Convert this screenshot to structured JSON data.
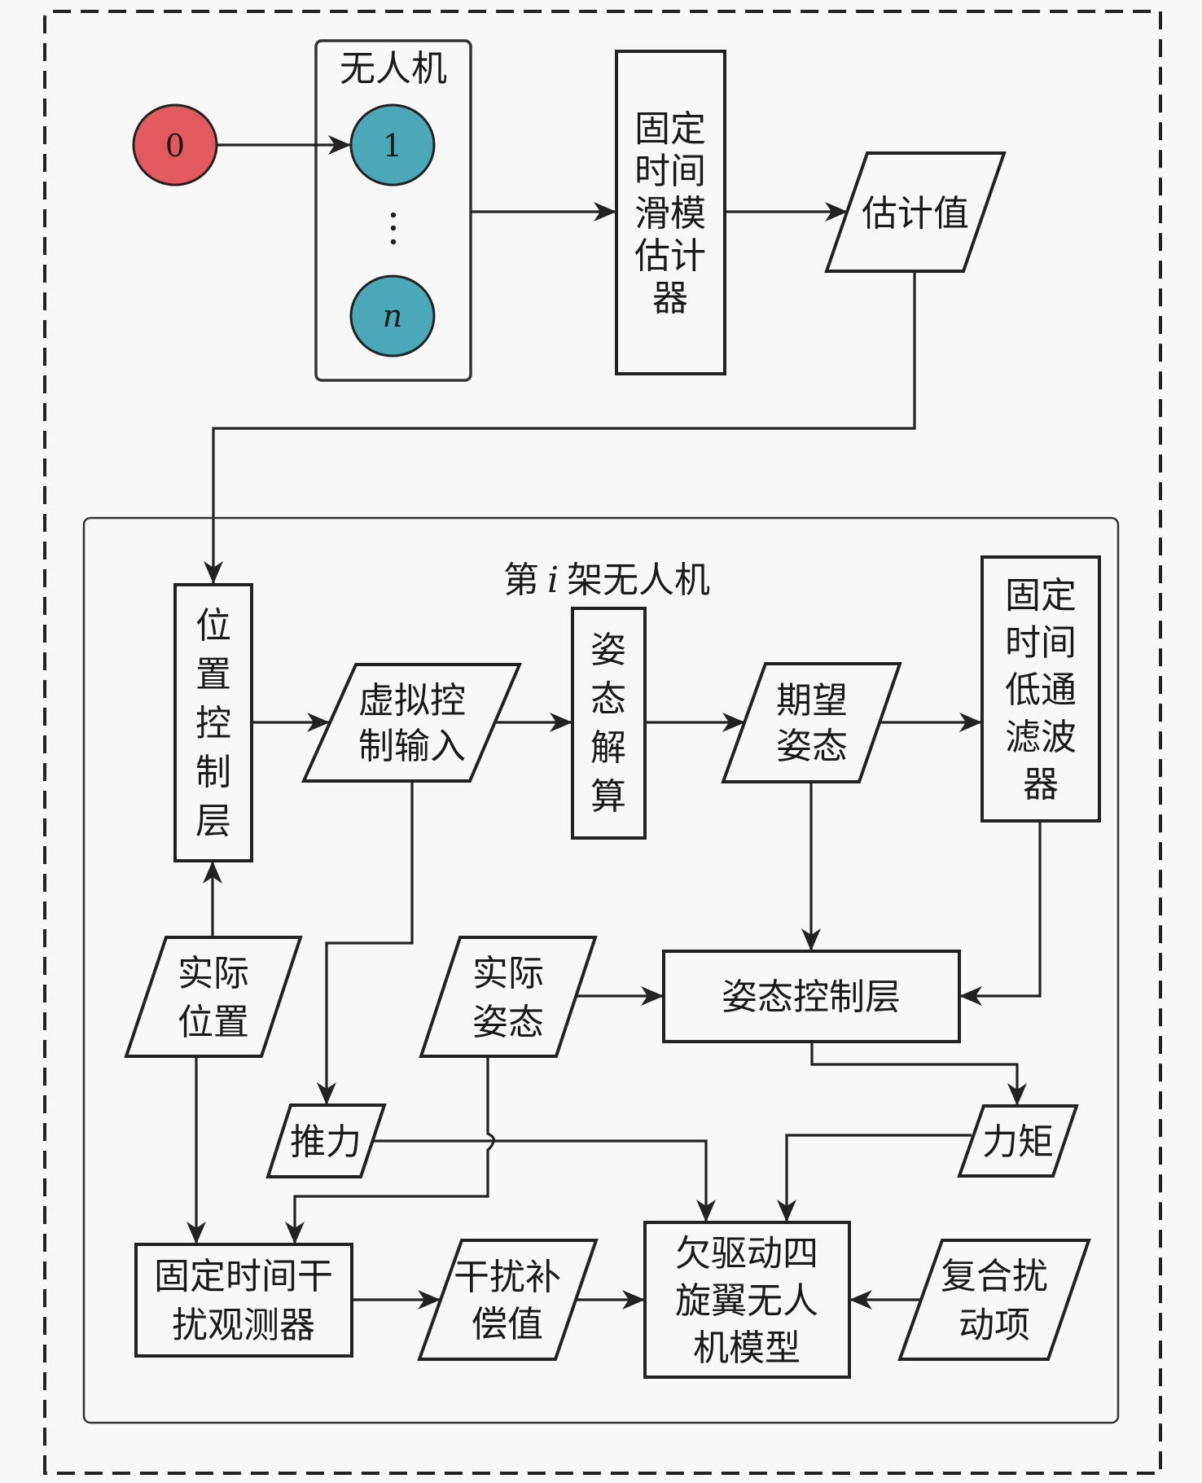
{
  "diagram": {
    "title_outer_group": "",
    "swarm_group": {
      "label": "无人机",
      "leader": "0",
      "followers": [
        "1",
        "n"
      ],
      "ellipsis": "⋮"
    },
    "estimator": {
      "lines": [
        "固定",
        "时间",
        "滑模",
        "估计",
        "器"
      ]
    },
    "estimate_value": {
      "lines": [
        "估计值"
      ]
    },
    "uav_i_group": {
      "label_prefix": "第",
      "label_var": "i",
      "label_suffix": "架无人机"
    },
    "position_control": {
      "lines": [
        "位",
        "置",
        "控",
        "制",
        "层"
      ]
    },
    "virtual_input": {
      "lines": [
        "虚拟控",
        "制输入"
      ]
    },
    "attitude_solve": {
      "lines": [
        "姿",
        "态",
        "解",
        "算"
      ]
    },
    "desired_attitude": {
      "lines": [
        "期望",
        "姿态"
      ]
    },
    "lowpass_filter": {
      "lines": [
        "固定",
        "时间",
        "低通",
        "滤波",
        "器"
      ]
    },
    "actual_position": {
      "lines": [
        "实际",
        "位置"
      ]
    },
    "actual_attitude": {
      "lines": [
        "实际",
        "姿态"
      ]
    },
    "attitude_control": {
      "lines": [
        "姿态控制层"
      ]
    },
    "thrust": {
      "lines": [
        "推力"
      ]
    },
    "torque": {
      "lines": [
        "力矩"
      ]
    },
    "disturbance_observer": {
      "lines": [
        "固定时间干",
        "扰观测器"
      ]
    },
    "compensation": {
      "lines": [
        "干扰补",
        "偿值"
      ]
    },
    "quadrotor_model": {
      "lines": [
        "欠驱动四",
        "旋翼无人",
        "机模型"
      ]
    },
    "composite_disturbance": {
      "lines": [
        "复合扰",
        "动项"
      ]
    },
    "colors": {
      "leader_fill": "#E05A5E",
      "follower_fill": "#4BA8B8",
      "stroke": "#222222",
      "background": "#F8F8F8"
    }
  }
}
